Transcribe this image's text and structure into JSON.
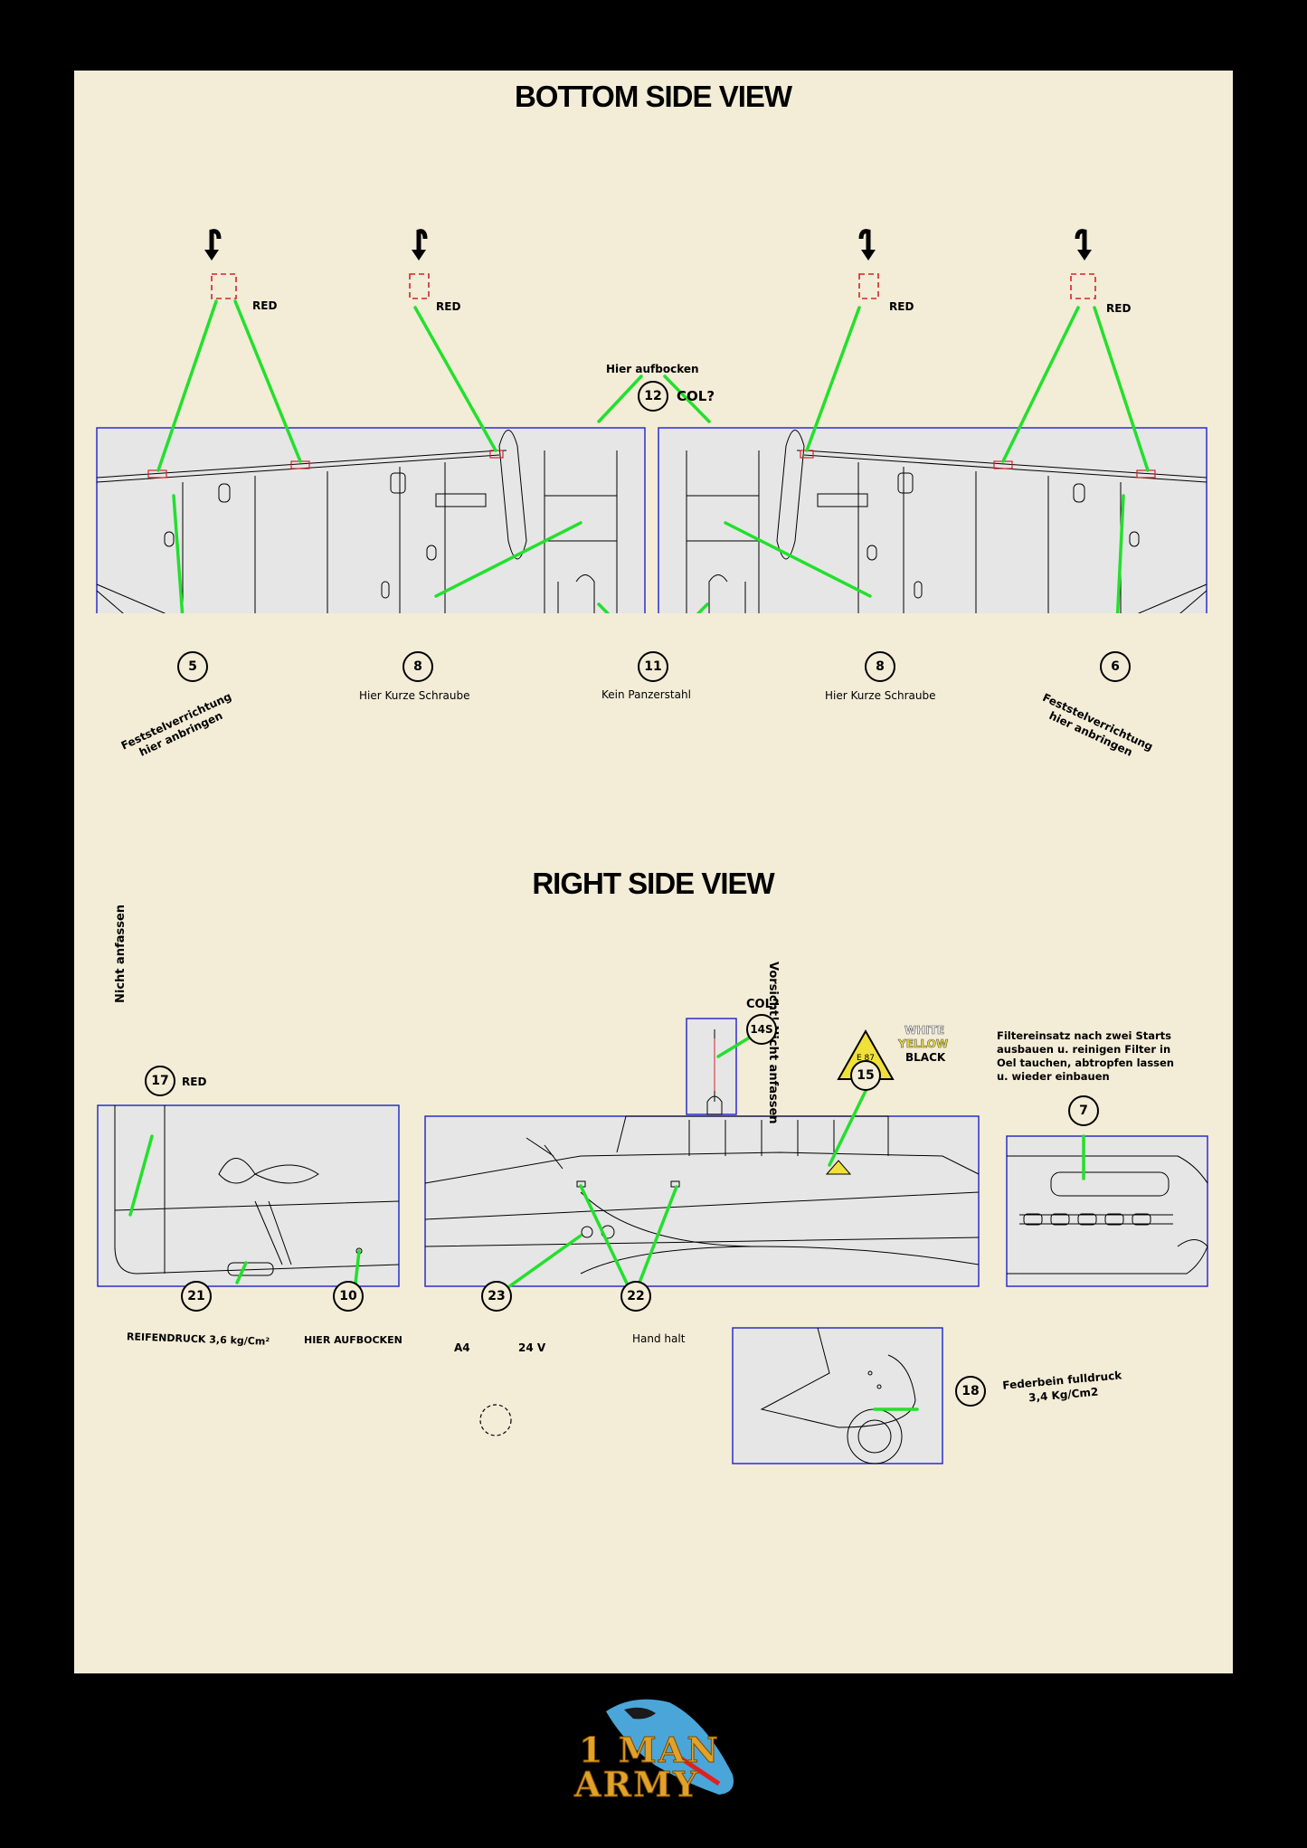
{
  "sections": {
    "bottom_title": "BOTTOM SIDE VIEW",
    "right_title": "RIGHT SIDE VIEW"
  },
  "bottom": {
    "red_label": "RED",
    "hier_aufbocken": "Hier aufbocken",
    "col_query": "COL?",
    "callouts": [
      "12",
      "5",
      "8",
      "11",
      "8",
      "6"
    ],
    "feststel_left": "Feststelverrichtung hier anbringen",
    "feststel_right": "Feststelverrichtung hier anbringen",
    "kurze_schraube": "Hier Kurze Schraube",
    "kein_panzerstahl": "Kein Panzerstahl"
  },
  "right": {
    "nicht_anfassen": "Nicht anfassen",
    "red_label": "RED",
    "vorsicht": "Vorsicht! Nicht anfassen",
    "col_query": "COL?",
    "sign_text": "E 87",
    "colors_white": "WHITE",
    "colors_yellow": "YELLOW",
    "colors_black": "BLACK",
    "filter_note": "Filtereinsatz nach zwei Starts ausbauen u. reinigen Filter in Oel tauchen, abtropfen lassen u. wieder einbauen",
    "callouts": {
      "c17": "17",
      "c14s": "14S",
      "c15": "15",
      "c7": "7",
      "c21": "21",
      "c10": "10",
      "c23": "23",
      "c22": "22",
      "c18": "18"
    },
    "reifendruck": "REIFENDRUCK 3,6 kg/Cm²",
    "hier_aufbocken": "HIER AUFBOCKEN",
    "a4": "A4",
    "v24": "24 V",
    "hand_halt": "Hand halt",
    "federbein": "Federbein fulldruck 3,4 Kg/Cm2"
  },
  "logo": {
    "line1": "1 MAN",
    "line2": "ARMY"
  },
  "colors": {
    "sheet": "#f3ecd7",
    "leader": "#22e02c",
    "frame": "#1e22c8",
    "red": "#d1242a",
    "blue": "#1a1ab8"
  }
}
